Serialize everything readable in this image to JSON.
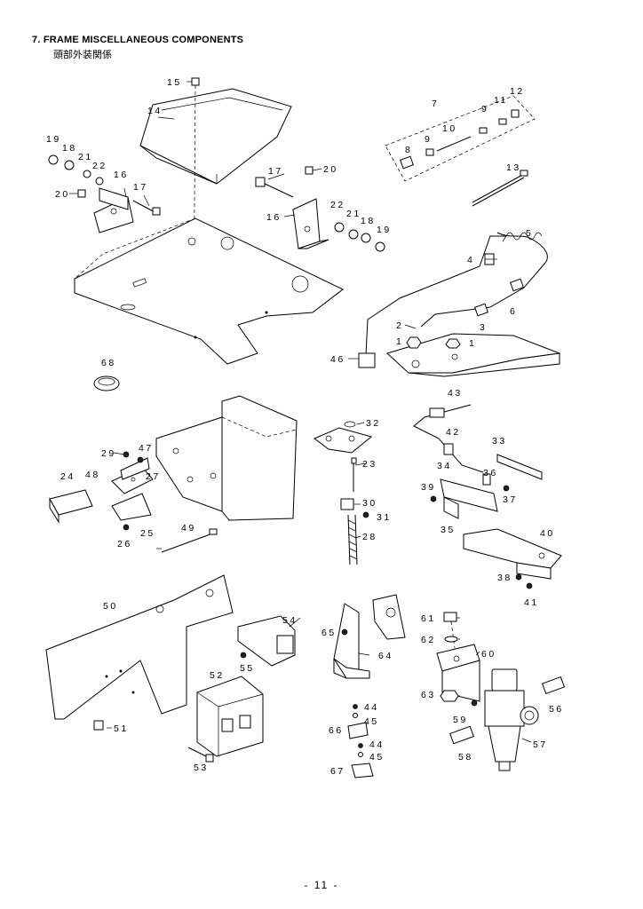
{
  "header": {
    "title": "7.  FRAME MISCELLANEOUS COMPONENTS",
    "subtitle": "頭部外装関係"
  },
  "footer": {
    "page_number": "- 11 -"
  },
  "callouts": {
    "p1": "1",
    "p1b": "1",
    "p2": "2",
    "p3": "3",
    "p4": "4",
    "p5": "5",
    "p6": "6",
    "p7": "7",
    "p8": "8",
    "p9": "9",
    "p9b": "9",
    "p10": "10",
    "p11": "11",
    "p12": "12",
    "p13": "13",
    "p14": "14",
    "p15": "15",
    "p16": "16",
    "p16b": "16",
    "p17": "17",
    "p17b": "17",
    "p18": "18",
    "p18b": "18",
    "p19": "19",
    "p19b": "19",
    "p20": "20",
    "p20b": "20",
    "p21": "21",
    "p21b": "21",
    "p22": "22",
    "p22b": "22",
    "p23": "23",
    "p24": "24",
    "p25": "25",
    "p26": "26",
    "p27": "27",
    "p28": "28",
    "p29": "29",
    "p30": "30",
    "p31": "31",
    "p32": "32",
    "p33": "33",
    "p34": "34",
    "p35": "35",
    "p36": "36",
    "p37": "37",
    "p38": "38",
    "p39": "39",
    "p40": "40",
    "p41": "41",
    "p42": "42",
    "p43": "43",
    "p44": "44",
    "p44b": "44",
    "p45": "45",
    "p45b": "45",
    "p46": "46",
    "p47": "47",
    "p48": "48",
    "p49": "49",
    "p50": "50",
    "p51": "51",
    "p52": "52",
    "p53": "53",
    "p54": "54",
    "p55": "55",
    "p56": "56",
    "p57": "57",
    "p58": "58",
    "p59": "59",
    "p60": "60",
    "p61": "61",
    "p62": "62",
    "p63": "63",
    "p64": "64",
    "p65": "65",
    "p66": "66",
    "p67": "67",
    "p68": "68"
  }
}
